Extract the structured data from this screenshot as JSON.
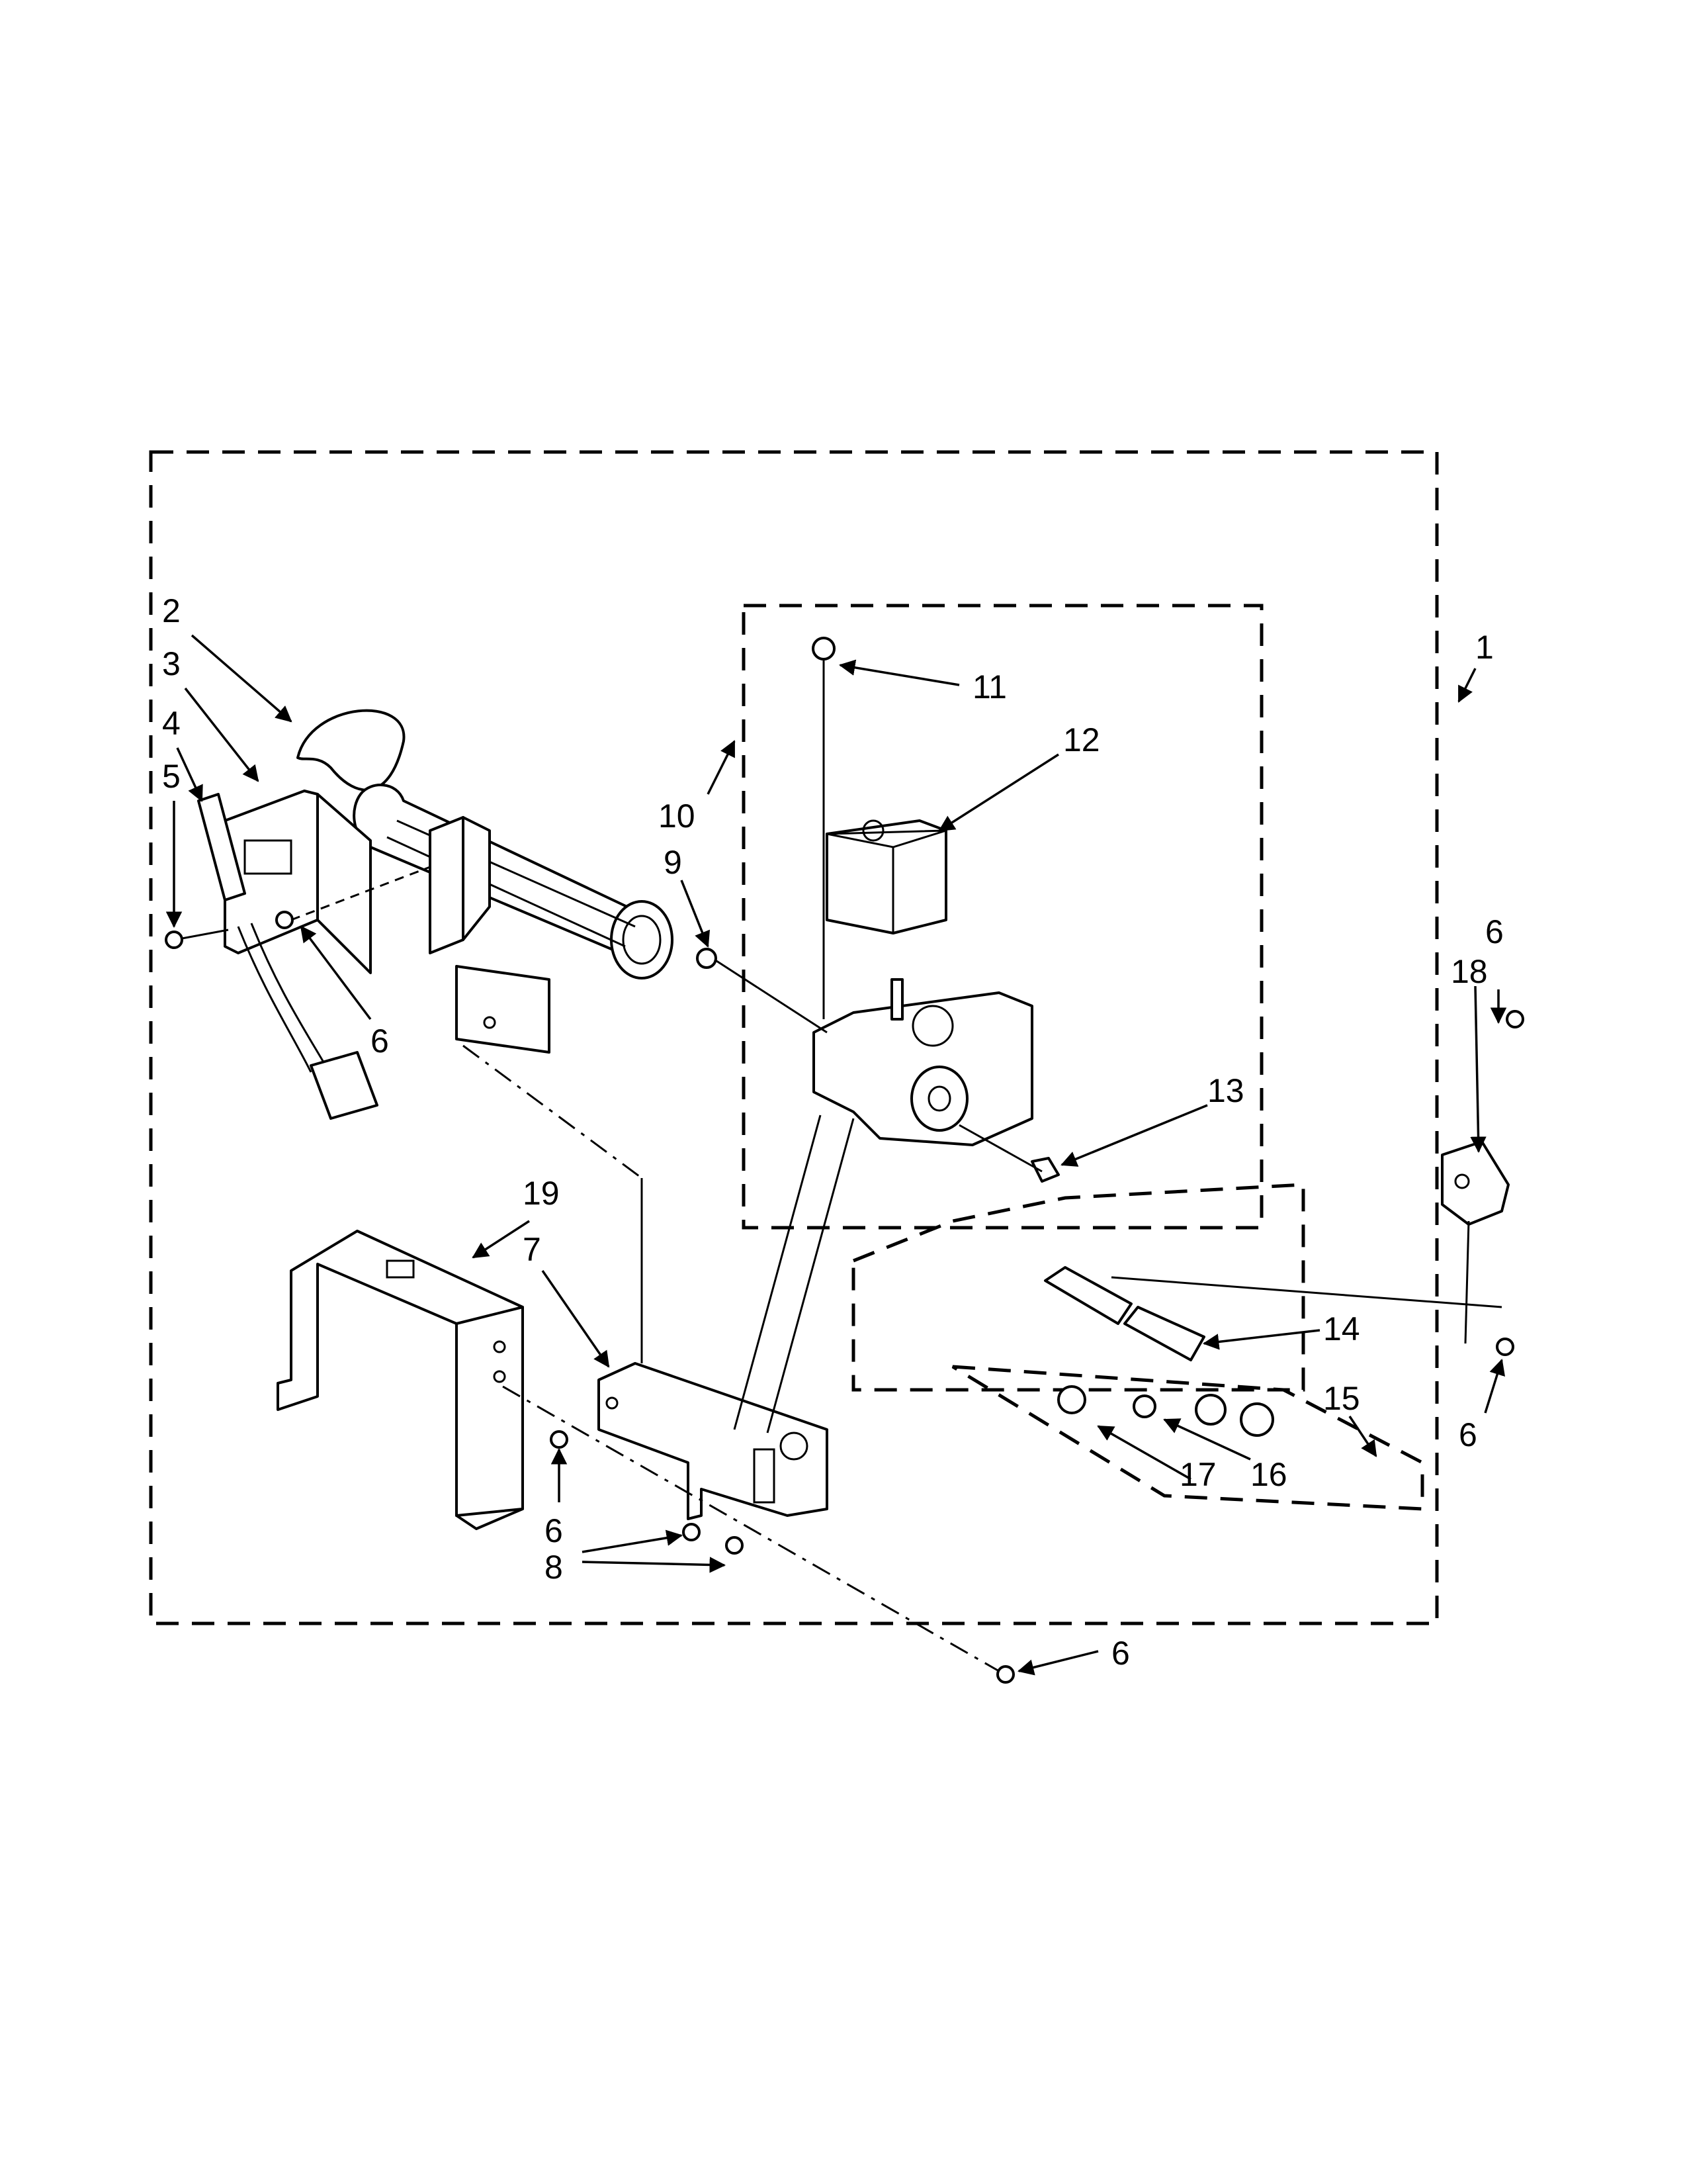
{
  "diagram": {
    "callouts": [
      {
        "id": "1",
        "label": "1"
      },
      {
        "id": "2",
        "label": "2"
      },
      {
        "id": "3",
        "label": "3"
      },
      {
        "id": "4",
        "label": "4"
      },
      {
        "id": "5",
        "label": "5"
      },
      {
        "id": "6a",
        "label": "6"
      },
      {
        "id": "6b",
        "label": "6"
      },
      {
        "id": "6c",
        "label": "6"
      },
      {
        "id": "6d",
        "label": "6"
      },
      {
        "id": "6e",
        "label": "6"
      },
      {
        "id": "6f",
        "label": "6"
      },
      {
        "id": "7",
        "label": "7"
      },
      {
        "id": "8",
        "label": "8"
      },
      {
        "id": "9",
        "label": "9"
      },
      {
        "id": "10",
        "label": "10"
      },
      {
        "id": "11",
        "label": "11"
      },
      {
        "id": "12",
        "label": "12"
      },
      {
        "id": "13",
        "label": "13"
      },
      {
        "id": "14",
        "label": "14"
      },
      {
        "id": "15",
        "label": "15"
      },
      {
        "id": "16",
        "label": "16"
      },
      {
        "id": "17",
        "label": "17"
      },
      {
        "id": "18",
        "label": "18"
      },
      {
        "id": "19",
        "label": "19"
      }
    ]
  }
}
